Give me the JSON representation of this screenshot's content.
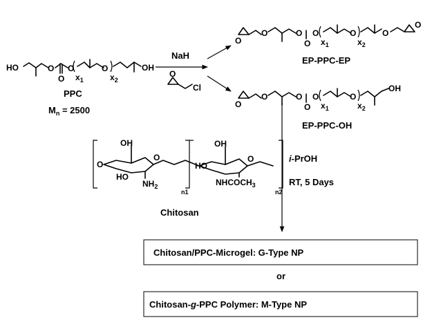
{
  "reagents": {
    "base": "NaH",
    "epoxide_cl": "Cl",
    "solvent_italic": "i",
    "solvent_rest": "-PrOH",
    "conditions": "RT, 5 Days"
  },
  "ppc": {
    "name": "PPC",
    "mn_prefix": "M",
    "mn_sub": "n",
    "mn_value": " = 2500",
    "ho": "HO",
    "oh": "OH"
  },
  "products": {
    "ep_ppc_ep": "EP-PPC-EP",
    "ep_ppc_oh": "EP-PPC-OH"
  },
  "chitosan": {
    "name": "Chitosan",
    "nh2": "NH",
    "nh2_sub": "2",
    "nhcoch3": "NHCOCH",
    "nhcoch3_sub": "3",
    "n1": "n1",
    "n2": "n2"
  },
  "atoms": {
    "o": "O",
    "oh": "OH",
    "ho": "HO",
    "x1": "x",
    "x1_sub": "1",
    "x2": "x",
    "x2_sub": "2"
  },
  "results": {
    "g_type": "Chitosan/PPC-Microgel: G-Type NP",
    "or": "or",
    "m_prefix": "Chitosan-",
    "m_italic": "g",
    "m_suffix": "-PPC Polymer: M-Type NP"
  }
}
